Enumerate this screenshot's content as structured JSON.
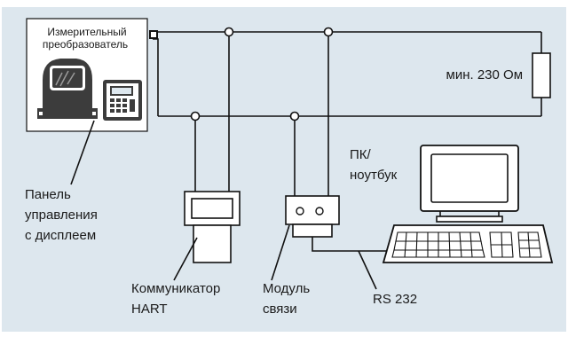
{
  "colors": {
    "background_panel": "#dde7ee",
    "box_fill": "#ffffff",
    "line": "#111111",
    "device_grey": "#3c3c3c"
  },
  "labels": {
    "transmitter": [
      "Измерительный",
      "преобразователь"
    ],
    "resistor": "мин. 230 Ом",
    "pc": [
      "ПК/",
      "ноутбук"
    ],
    "display_panel": [
      "Панель",
      "управления",
      "с дисплеем"
    ],
    "hart_communicator": [
      "Коммуникатор",
      "HART"
    ],
    "comm_module": [
      "Модуль",
      "связи"
    ],
    "rs232": "RS 232"
  },
  "icons": {
    "transmitter": "transmitter-icon",
    "display_panel": "display-panel-icon",
    "hart_communicator": "hart-communicator-icon",
    "comm_module": "comm-module-icon",
    "pc_monitor": "monitor-icon",
    "keyboard": "keyboard-icon",
    "resistor": "resistor-icon"
  }
}
